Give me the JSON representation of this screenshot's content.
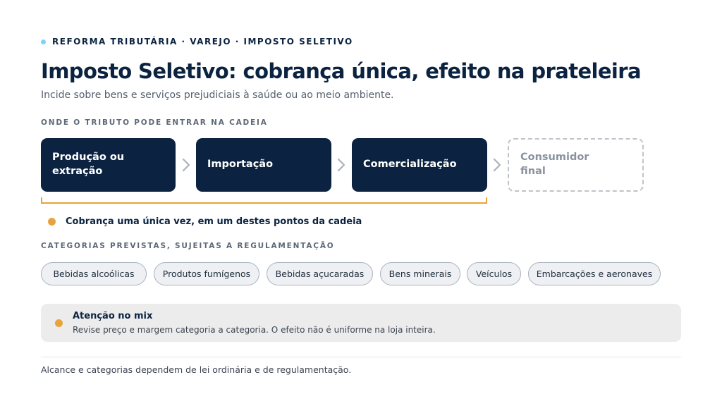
{
  "kicker": "REFORMA TRIBUTÁRIA · VAREJO · IMPOSTO SELETIVO",
  "title": "Imposto Seletivo: cobrança única, efeito na prateleira",
  "subtitle": "Incide sobre bens e serviços prejudiciais à saúde ou ao meio ambiente.",
  "chain": {
    "label": "ONDE O TRIBUTO PODE ENTRAR NA CADEIA",
    "steps": [
      {
        "line1": "Produção ou",
        "line2": "extração"
      },
      {
        "line1": "Importação",
        "line2": ""
      },
      {
        "line1": "Comercialização",
        "line2": ""
      },
      {
        "line1": "Consumidor",
        "line2": "final"
      }
    ],
    "note": "Cobrança uma única vez, em um destes pontos da cadeia"
  },
  "categories": {
    "label": "CATEGORIAS PREVISTAS, SUJEITAS A REGULAMENTAÇÃO",
    "items": [
      "Bebidas alcoólicas",
      "Produtos fumígenos",
      "Bebidas açucaradas",
      "Bens minerais",
      "Veículos",
      "Embarcações e aeronaves"
    ]
  },
  "alert": {
    "title": "Atenção no mix",
    "body": "Revise preço e margem categoria a categoria. O efeito não é uniforme na loja inteira."
  },
  "footnote": "Alcance e categorias dependem de lei ordinária e de regulamentação.",
  "colors": {
    "navy": "#0b2340",
    "accent": "#e8a33c",
    "kicker_dot": "#7dd3f5"
  }
}
